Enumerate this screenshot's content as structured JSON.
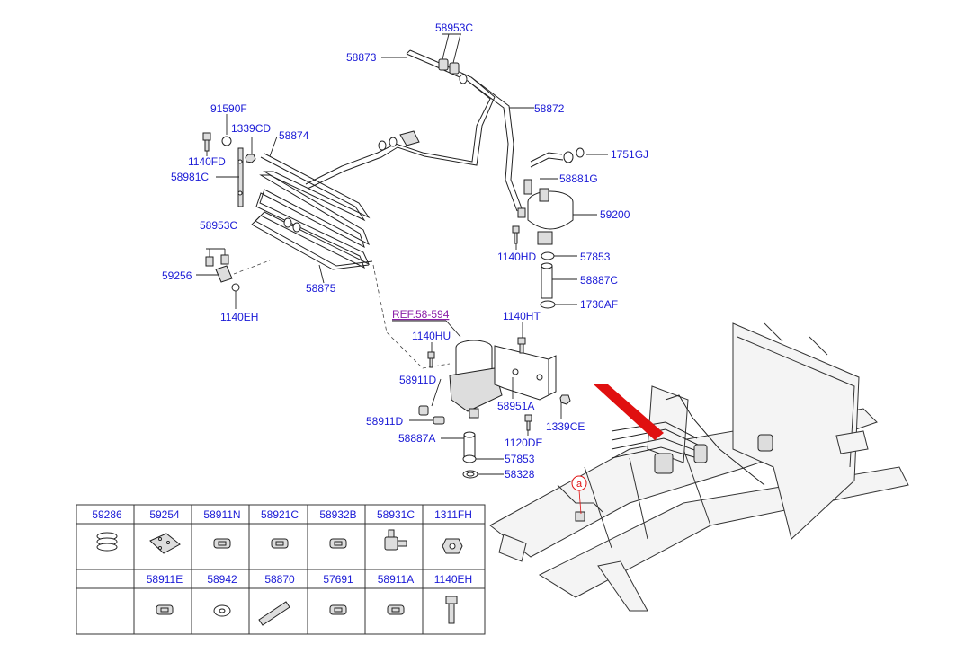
{
  "reference": "REF.58-594",
  "callouts": {
    "c58953C_top": "58953C",
    "c58873": "58873",
    "c58872": "58872",
    "c91590F": "91590F",
    "c1339CD": "1339CD",
    "c58874": "58874",
    "c1140FD": "1140FD",
    "c58981C": "58981C",
    "c1751GJ": "1751GJ",
    "c58881G": "58881G",
    "c59200": "59200",
    "c58953C_mid": "58953C",
    "c1140HD": "1140HD",
    "c57853_top": "57853",
    "c59256": "59256",
    "c58887C": "58887C",
    "c58875": "58875",
    "c1730AF": "1730AF",
    "c1140EH": "1140EH",
    "c1140HT": "1140HT",
    "c1140HU": "1140HU",
    "c58911D_a": "58911D",
    "c58951A": "58951A",
    "c1339CE": "1339CE",
    "c58911D_b": "58911D",
    "c58887A": "58887A",
    "c1120DE": "1120DE",
    "c57853_bot": "57853",
    "c58328": "58328",
    "circle_a": "a"
  },
  "parts_table": {
    "row1": [
      "59286",
      "59254",
      "58911N",
      "58921C",
      "58932B",
      "58931C",
      "1311FH"
    ],
    "row2": [
      "58911E",
      "58942",
      "58870",
      "57691",
      "58911A",
      "1140EH"
    ]
  },
  "colors": {
    "label": "#1a1ad6",
    "reference": "#8b1fa8",
    "arrow": "#e01010"
  }
}
